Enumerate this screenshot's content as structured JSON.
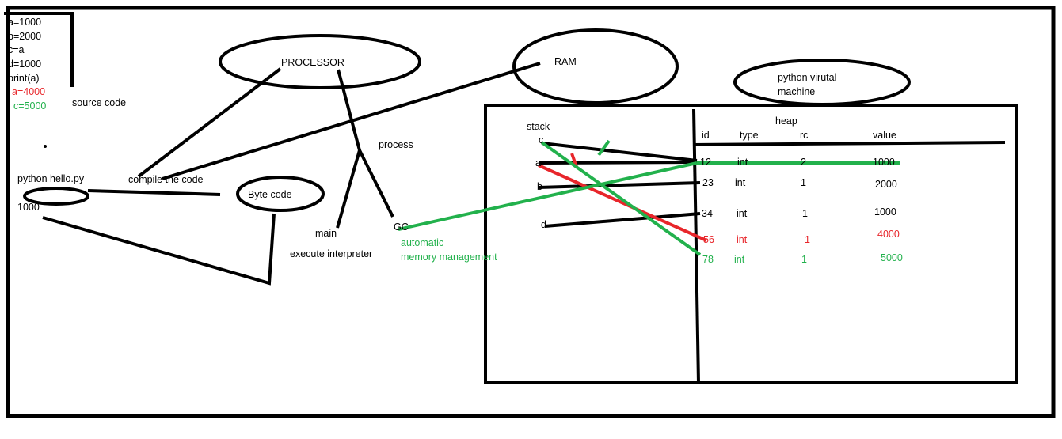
{
  "colors": {
    "ink": "#000000",
    "red": "#e8262b",
    "green": "#22b14c",
    "background": "#ffffff"
  },
  "source_code": {
    "lines": [
      "a=1000",
      "b=2000",
      "c=a",
      "d=1000",
      "print(a)"
    ],
    "red_line": "a=4000",
    "green_line": "c=5000",
    "caption": "source code"
  },
  "flow": {
    "command": "python hello.py",
    "output": "1000",
    "compile": "compile the code",
    "bytecode": "Byte code",
    "processor": "PROCESSOR",
    "ram": "RAM",
    "process": "process",
    "main": "main",
    "execute": "execute interpreter",
    "gc": "GC",
    "gc_note_line1": "automatic",
    "gc_note_line2": "memory management"
  },
  "pvm": {
    "line1": "python virutal",
    "line2": "machine"
  },
  "memory": {
    "stack_label": "stack",
    "heap_label": "heap",
    "stack_vars": [
      "c",
      "a",
      "b",
      "d"
    ],
    "headers": {
      "id": "id",
      "type": "type",
      "rc": "rc",
      "value": "value"
    },
    "rows": [
      {
        "id": "12",
        "type": "int",
        "rc": "2",
        "value": "1000",
        "color": "ink"
      },
      {
        "id": "23",
        "type": "int",
        "rc": "1",
        "value": "2000",
        "color": "ink"
      },
      {
        "id": "34",
        "type": "int",
        "rc": "1",
        "value": "1000",
        "color": "ink"
      },
      {
        "id": "56",
        "type": "int",
        "rc": "1",
        "value": "4000",
        "color": "red"
      },
      {
        "id": "78",
        "type": "int",
        "rc": "1",
        "value": "5000",
        "color": "green"
      }
    ]
  }
}
